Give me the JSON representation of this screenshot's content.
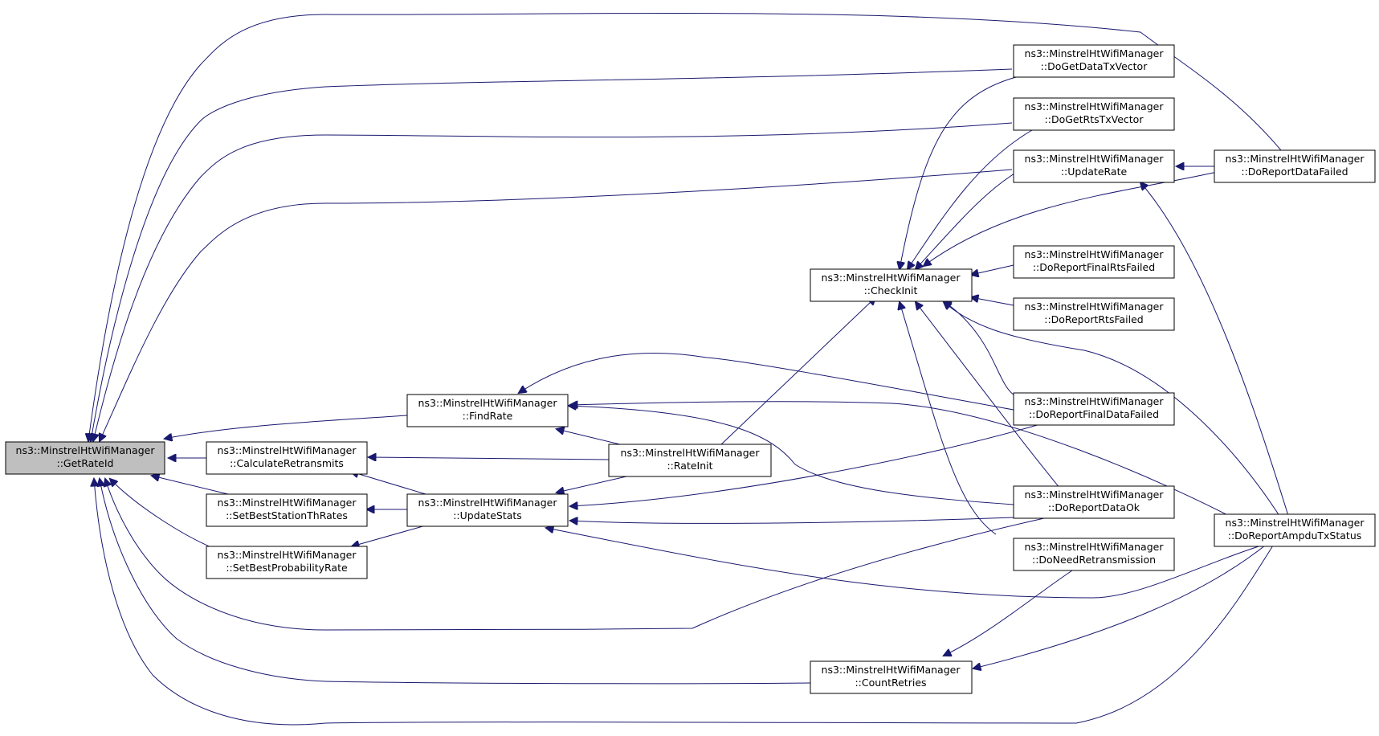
{
  "colors": {
    "edge": "#191970",
    "focus_fill": "#bfbfbf",
    "node_fill": "#ffffff",
    "border": "#000000"
  },
  "nodes": {
    "getrateid": {
      "ns": "ns3::MinstrelHtWifiManager",
      "fn": "::GetRateId",
      "focus": true
    },
    "findrate": {
      "ns": "ns3::MinstrelHtWifiManager",
      "fn": "::FindRate"
    },
    "calculateretransmits": {
      "ns": "ns3::MinstrelHtWifiManager",
      "fn": "::CalculateRetransmits"
    },
    "setbeststationthrates": {
      "ns": "ns3::MinstrelHtWifiManager",
      "fn": "::SetBestStationThRates"
    },
    "setbestprobabilityrate": {
      "ns": "ns3::MinstrelHtWifiManager",
      "fn": "::SetBestProbabilityRate"
    },
    "updatestats": {
      "ns": "ns3::MinstrelHtWifiManager",
      "fn": "::UpdateStats"
    },
    "rateinit": {
      "ns": "ns3::MinstrelHtWifiManager",
      "fn": "::RateInit"
    },
    "checkinit": {
      "ns": "ns3::MinstrelHtWifiManager",
      "fn": "::CheckInit"
    },
    "countretries": {
      "ns": "ns3::MinstrelHtWifiManager",
      "fn": "::CountRetries"
    },
    "dogetdatatxvector": {
      "ns": "ns3::MinstrelHtWifiManager",
      "fn": "::DoGetDataTxVector"
    },
    "dogetrtstxvector": {
      "ns": "ns3::MinstrelHtWifiManager",
      "fn": "::DoGetRtsTxVector"
    },
    "updaterate": {
      "ns": "ns3::MinstrelHtWifiManager",
      "fn": "::UpdateRate"
    },
    "doreportfinalrtsfailed": {
      "ns": "ns3::MinstrelHtWifiManager",
      "fn": "::DoReportFinalRtsFailed"
    },
    "doreportrtsfailed": {
      "ns": "ns3::MinstrelHtWifiManager",
      "fn": "::DoReportRtsFailed"
    },
    "doreportfinaldatafailed": {
      "ns": "ns3::MinstrelHtWifiManager",
      "fn": "::DoReportFinalDataFailed"
    },
    "doreportdataok": {
      "ns": "ns3::MinstrelHtWifiManager",
      "fn": "::DoReportDataOk"
    },
    "doneedretransmission": {
      "ns": "ns3::MinstrelHtWifiManager",
      "fn": "::DoNeedRetransmission"
    },
    "doreportdatafailed": {
      "ns": "ns3::MinstrelHtWifiManager",
      "fn": "::DoReportDataFailed"
    },
    "doreportampdutxstatus": {
      "ns": "ns3::MinstrelHtWifiManager",
      "fn": "::DoReportAmpduTxStatus"
    }
  }
}
